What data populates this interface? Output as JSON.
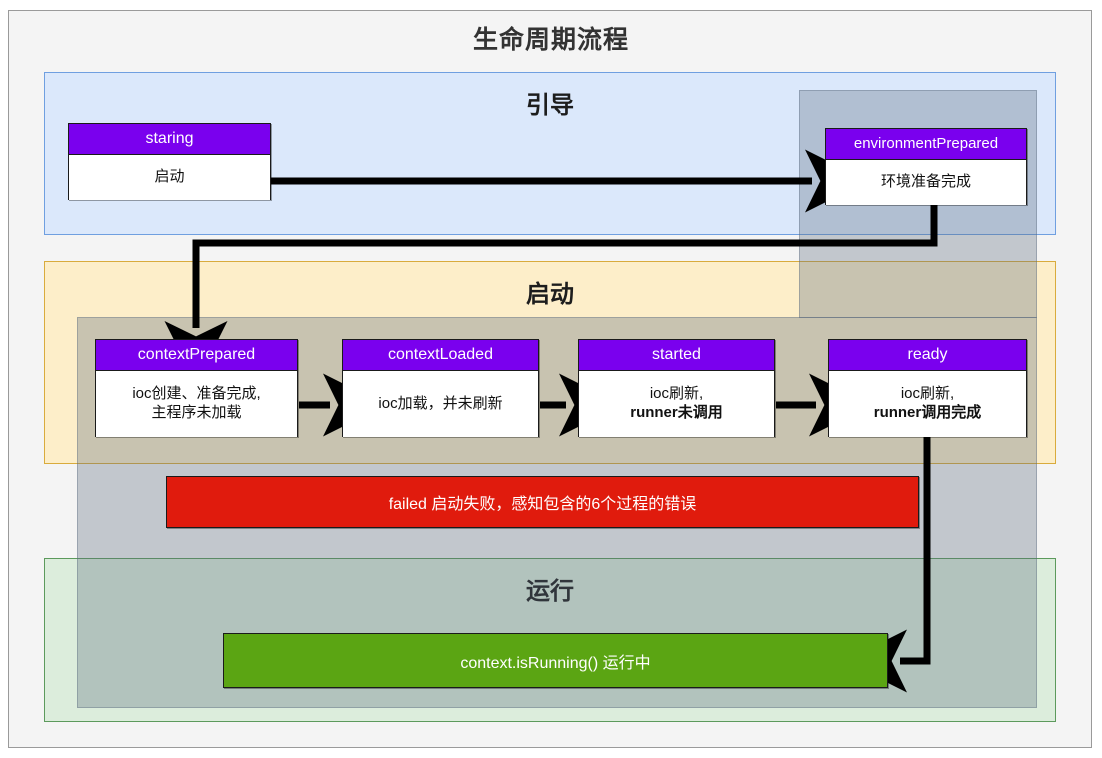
{
  "title": "生命周期流程",
  "colors": {
    "node_header": "#7a00ee",
    "boot_band": "#dbe8fb",
    "start_band": "#fdeec9",
    "run_band": "#dceddc",
    "failed_banner": "#e01b0d",
    "running_banner": "#5ba513",
    "shade": "rgba(90,105,125,0.32)"
  },
  "bands": {
    "boot": {
      "label": "引导"
    },
    "start": {
      "label": "启动"
    },
    "run": {
      "label": "运行"
    }
  },
  "nodes": {
    "staring": {
      "name": "staring",
      "desc": "启动"
    },
    "envprep": {
      "name": "environmentPrepared",
      "desc": "环境准备完成"
    },
    "ctxprep": {
      "name": "contextPrepared",
      "desc_line1": "ioc创建、准备完成,",
      "desc_line2": "主程序未加载"
    },
    "ctxload": {
      "name": "contextLoaded",
      "desc": "ioc加载，并未刷新"
    },
    "started": {
      "name": "started",
      "desc_line1": "ioc刷新,",
      "desc_line2": "runner未调用"
    },
    "ready": {
      "name": "ready",
      "desc_line1": "ioc刷新,",
      "desc_line2": "runner调用完成"
    }
  },
  "banners": {
    "failed": {
      "text": "failed  启动失败，感知包含的6个过程的错误"
    },
    "running": {
      "text": "context.isRunning() 运行中"
    }
  }
}
